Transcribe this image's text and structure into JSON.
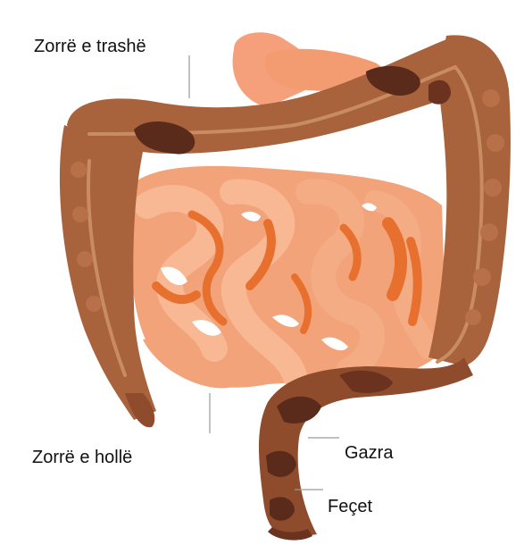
{
  "diagram": {
    "labels": {
      "large_intestine": "Zorrë e trashë",
      "small_intestine": "Zorrë e hollë",
      "gas": "Gazra",
      "feces": "Feçet"
    },
    "colors": {
      "background": "#ffffff",
      "colon": "#a8623c",
      "colon_dark": "#7d4024",
      "colon_shadow": "#5a2a1a",
      "colon_highlight": "#c98c62",
      "small_intestine": "#f2a37a",
      "small_intestine_light": "#f7b893",
      "small_intestine_dark": "#e8702e",
      "stomach": "#f5a07a",
      "leader_line": "#9a9a9a",
      "text": "#111111"
    }
  }
}
